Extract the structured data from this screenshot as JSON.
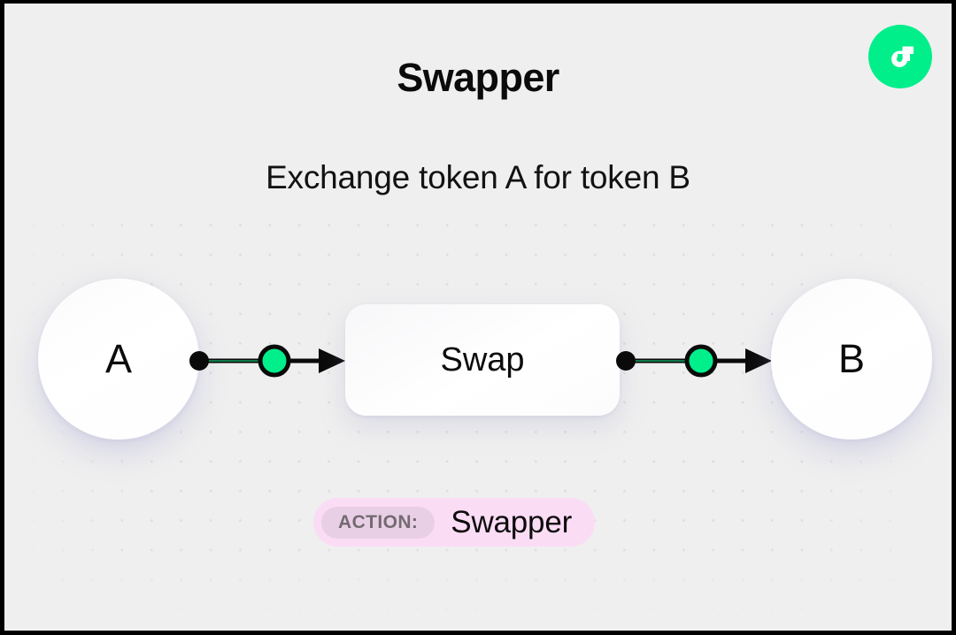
{
  "frame": {
    "background_color": "#efefef",
    "border_color": "#000000"
  },
  "header": {
    "title": "Swapper",
    "subtitle": "Exchange token A for token B"
  },
  "logo": {
    "name": "flow-logo",
    "background_color": "#00ef8b",
    "mark_color": "#ffffff"
  },
  "diagram": {
    "nodes": [
      {
        "id": "token-a",
        "label": "A",
        "type": "circle"
      },
      {
        "id": "swap",
        "label": "Swap",
        "type": "rounded-rect"
      },
      {
        "id": "token-b",
        "label": "B",
        "type": "circle"
      }
    ],
    "connectors": [
      {
        "id": "a-to-swap",
        "from": "token-a",
        "to": "swap",
        "accent_color": "#00ef8b"
      },
      {
        "id": "swap-to-b",
        "from": "swap",
        "to": "token-b",
        "accent_color": "#00ef8b"
      }
    ]
  },
  "action_badge": {
    "label": "ACTION:",
    "value": "Swapper",
    "pill_color": "#fbdcf5",
    "chip_color": "#e9cfe6"
  }
}
